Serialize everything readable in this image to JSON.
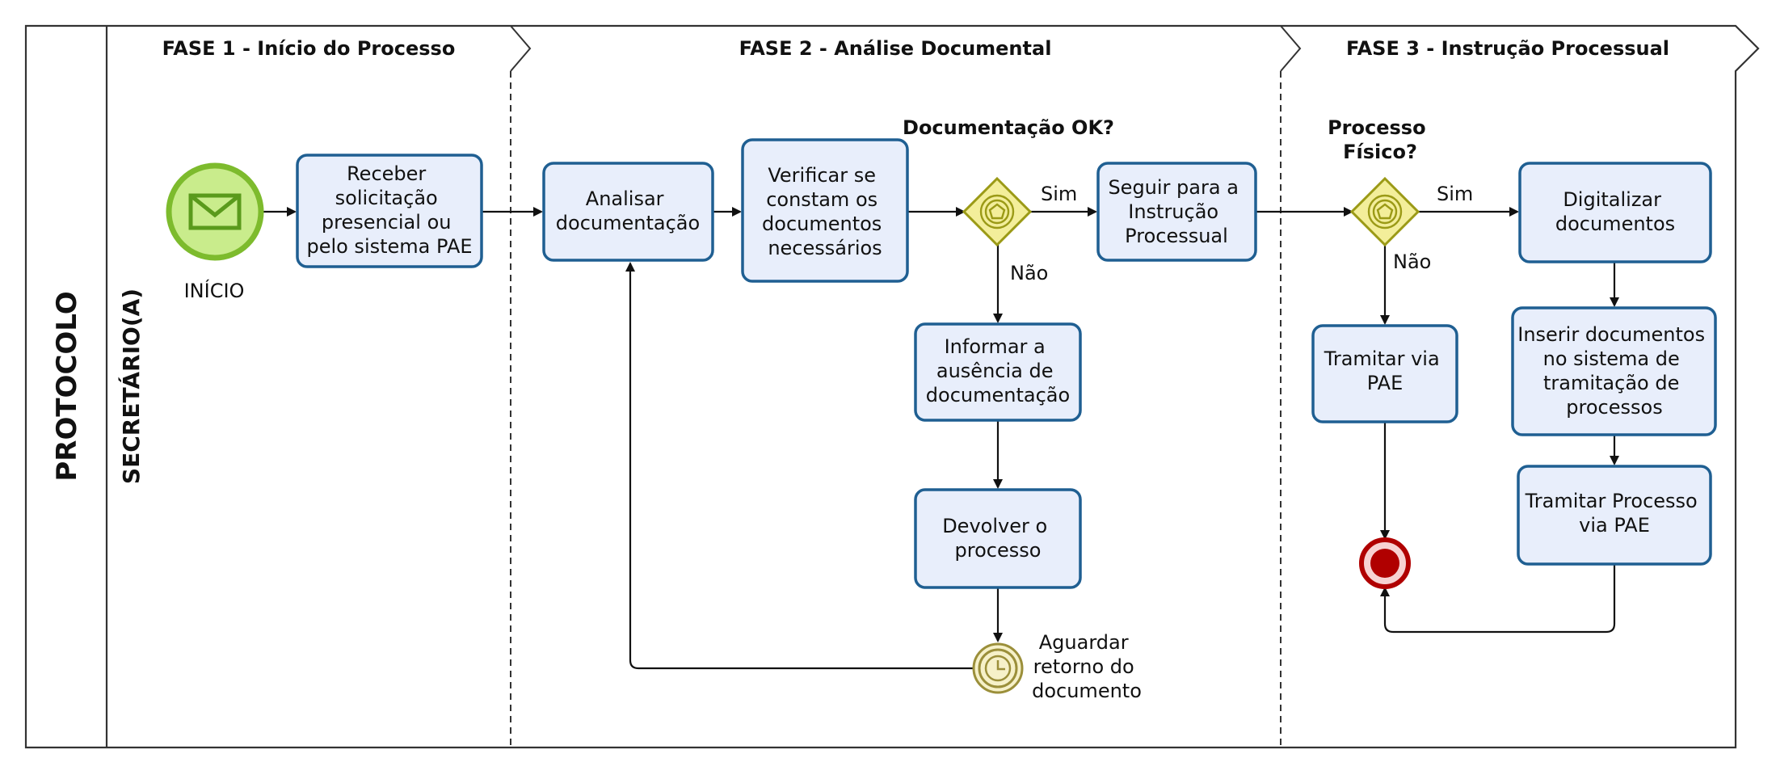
{
  "pool": {
    "label": "PROTOCOLO"
  },
  "lane": {
    "label": "SECRETÁRIO(A)"
  },
  "phases": [
    {
      "label": "FASE 1 - Início do Processo"
    },
    {
      "label": "FASE 2 - Análise Documental"
    },
    {
      "label": "FASE 3 - Instrução Processual"
    }
  ],
  "start_event": {
    "label": "INÍCIO",
    "icon": "envelope-icon",
    "color": "#8cc63f"
  },
  "tasks": {
    "receber": [
      "Receber",
      "solicitação",
      "presencial ou",
      "pelo sistema PAE"
    ],
    "analisar": [
      "Analisar",
      "documentação"
    ],
    "verificar": [
      "Verificar se",
      "constam os",
      "documentos",
      "necessários"
    ],
    "seguir": [
      "Seguir para a",
      "Instrução",
      "Processual"
    ],
    "informar": [
      "Informar a",
      "ausência de",
      "documentação"
    ],
    "devolver": [
      "Devolver o",
      "processo"
    ],
    "tramitar_pae": [
      "Tramitar via",
      "PAE"
    ],
    "digitalizar": [
      "Digitalizar",
      "documentos"
    ],
    "inserir": [
      "Inserir documentos",
      "no sistema de",
      "tramitação de",
      "processos"
    ],
    "tramitar_processo": [
      "Tramitar Processo",
      "via PAE"
    ]
  },
  "gateways": {
    "doc_ok": {
      "question": "Documentação OK?",
      "yes": "Sim",
      "no": "Não"
    },
    "fisico": {
      "question": [
        "Processo",
        "Físico?"
      ],
      "yes": "Sim",
      "no": "Não"
    }
  },
  "timer_event": {
    "label": [
      "Aguardar",
      "retorno do",
      "documento"
    ],
    "icon": "clock-icon"
  },
  "end_event": {
    "icon": "end-event-icon",
    "color": "#b00000"
  },
  "colors": {
    "task_fill": "#e8eefb",
    "task_stroke": "#1f5f92",
    "gateway_fill": "#f3ee9a",
    "gateway_stroke": "#9b9a16",
    "start_fill": "#c9ec8c",
    "start_stroke": "#7dbb2d",
    "end_fill": "#b00000"
  }
}
